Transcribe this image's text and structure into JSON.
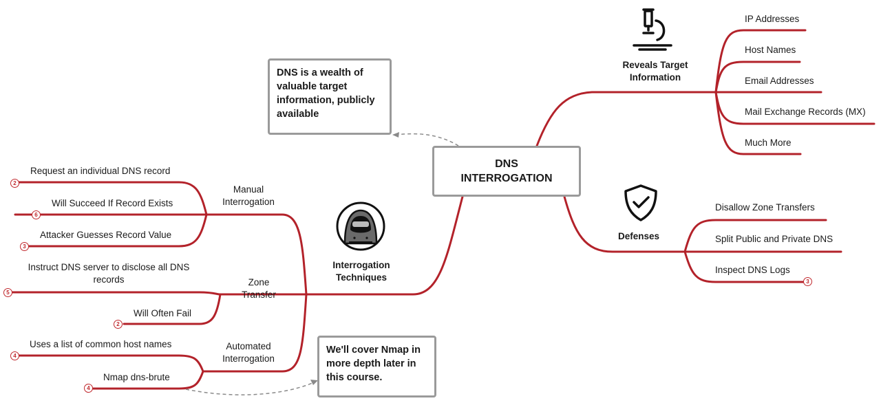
{
  "center": {
    "line1": "DNS",
    "line2": "INTERROGATION"
  },
  "notes": {
    "top": "DNS is a wealth of valuable target information, publicly available",
    "bottom": "We'll cover Nmap in more depth later in this course."
  },
  "reveals": {
    "title_line1": "Reveals Target",
    "title_line2": "Information",
    "icon": "microscope-icon",
    "items": [
      "IP Addresses",
      "Host Names",
      "Email Addresses",
      "Mail Exchange Records (MX)",
      "Much More"
    ]
  },
  "defenses": {
    "title": "Defenses",
    "icon": "shield-check-icon",
    "items": [
      "Disallow Zone Transfers",
      "Split Public and Private DNS",
      "Inspect DNS Logs"
    ],
    "badge": "3"
  },
  "techniques": {
    "title_line1": "Interrogation",
    "title_line2": "Techniques",
    "icon": "hooded-hacker-icon",
    "manual": {
      "line1": "Manual",
      "line2": "Interrogation",
      "items": [
        {
          "text": "Request an individual DNS record",
          "badge": "2"
        },
        {
          "text": "Will Succeed If Record Exists",
          "badge": "6"
        },
        {
          "text": "Attacker Guesses Record Value",
          "badge": "3"
        }
      ]
    },
    "zone": {
      "line1": "Zone",
      "line2": "Transfer",
      "items": [
        {
          "text": "Instruct DNS server to disclose all DNS records",
          "badge": "5"
        },
        {
          "text": "Will Often Fail",
          "badge": "2"
        }
      ]
    },
    "automated": {
      "line1": "Automated",
      "line2": "Interrogation",
      "items": [
        {
          "text": "Uses a list of common host names",
          "badge": "4"
        },
        {
          "text": "Nmap dns-brute",
          "badge": "4"
        }
      ]
    }
  },
  "colors": {
    "branch": "#b3222a",
    "box_border": "#9a9a9a",
    "dash": "#8a8a8a"
  }
}
